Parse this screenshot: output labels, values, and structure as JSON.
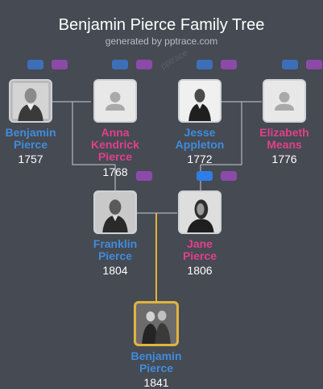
{
  "header": {
    "title": "Benjamin Pierce Family Tree",
    "subtitle": "generated by pptrace.com",
    "watermark": "pptrace"
  },
  "people": {
    "benjamin_sr": {
      "first": "Benjamin",
      "last": "Pierce",
      "year": "1757"
    },
    "anna": {
      "first": "Anna",
      "middle": "Kendrick",
      "last": "Pierce",
      "year": "1768"
    },
    "jesse": {
      "first": "Jesse",
      "last": "Appleton",
      "year": "1772"
    },
    "elizabeth": {
      "first": "Elizabeth",
      "last": "Means",
      "year": "1776"
    },
    "franklin": {
      "first": "Franklin",
      "last": "Pierce",
      "year": "1804"
    },
    "jane": {
      "first": "Jane",
      "last": "Pierce",
      "year": "1806"
    },
    "benjamin_jr": {
      "first": "Benjamin",
      "last": "Pierce",
      "year": "1841"
    }
  },
  "colors": {
    "background": "#464a52",
    "male": "#3f8cdd",
    "female": "#e0408c",
    "highlight": "#e2b43e",
    "line": "#c8ccd2",
    "button_blue": "#3d6fb8",
    "button_purple": "#8c4aa8"
  }
}
